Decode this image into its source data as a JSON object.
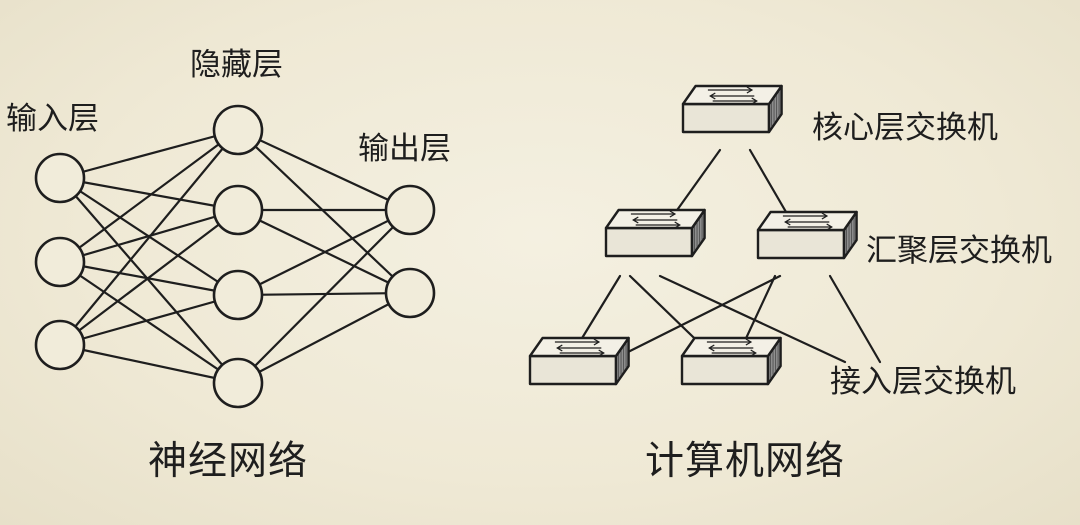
{
  "neural_network": {
    "input_label": "输入层",
    "hidden_label": "隐藏层",
    "output_label": "输出层",
    "caption": "神经网络",
    "layers": [
      3,
      4,
      2
    ]
  },
  "computer_network": {
    "core_label": "核心层交换机",
    "aggregation_label": "汇聚层交换机",
    "access_label": "接入层交换机",
    "caption": "计算机网络",
    "switch_counts": {
      "core": 1,
      "aggregation": 2,
      "access": 2
    }
  },
  "colors": {
    "ink": "#1e1e1e",
    "background": "#f1ecda",
    "switch_top": "#f3f0e6",
    "switch_side": "#8f8f8f"
  }
}
